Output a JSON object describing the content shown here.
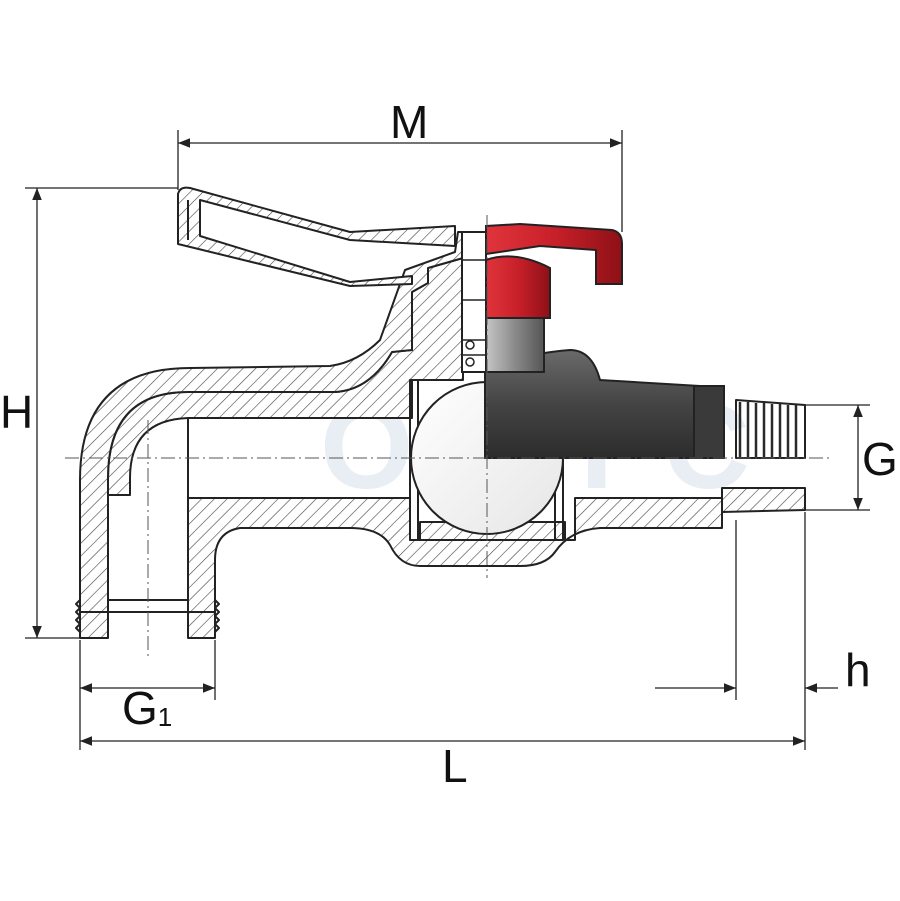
{
  "watermark": "OHTC",
  "dimensions": {
    "M": "M",
    "H": "H",
    "G": "G",
    "G1": "G",
    "G1_sub": "1",
    "h": "h",
    "L": "L"
  },
  "colors": {
    "handle_red": "#c8202a",
    "body_gray": "#4a4a4a",
    "stem_gray": "#8e8e8e",
    "watermark": "#e8eef4"
  }
}
